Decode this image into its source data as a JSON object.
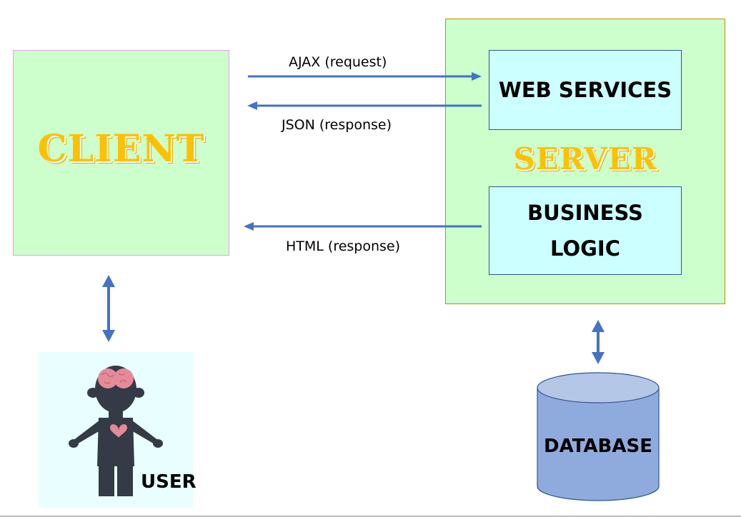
{
  "diagram": {
    "client": {
      "title": "CLIENT"
    },
    "server": {
      "title": "SERVER",
      "web_services": "WEB SERVICES",
      "business_logic_line1": "BUSINESS",
      "business_logic_line2": "LOGIC"
    },
    "connections": {
      "ajax_request": "AJAX (request)",
      "json_response": "JSON (response)",
      "html_response": "HTML (response)"
    },
    "user": {
      "label": "USER"
    },
    "database": {
      "label": "DATABASE"
    },
    "colors": {
      "panel_green": "#ccffcc",
      "inner_cyan": "#ccffff",
      "title_gold": "#ffc000",
      "arrow_blue": "#4472c4",
      "db_fill": "#8faadc",
      "db_top": "#b4c7e7"
    }
  }
}
